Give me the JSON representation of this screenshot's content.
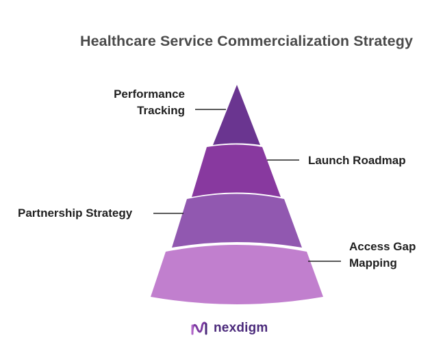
{
  "title": "Healthcare Service Commercialization Strategy",
  "tiers": [
    {
      "label_line1": "Performance",
      "label_line2": "Tracking",
      "color": "#6a3590",
      "side": "left"
    },
    {
      "label_line1": "Launch Roadmap",
      "label_line2": "",
      "color": "#88399f",
      "side": "right"
    },
    {
      "label_line1": "Partnership Strategy",
      "label_line2": "",
      "color": "#9158b0",
      "side": "left"
    },
    {
      "label_line1": "Access Gap",
      "label_line2": "Mapping",
      "color": "#c17fce",
      "side": "right"
    }
  ],
  "brand": {
    "name": "nexdigm",
    "color": "#4b2a7b"
  }
}
